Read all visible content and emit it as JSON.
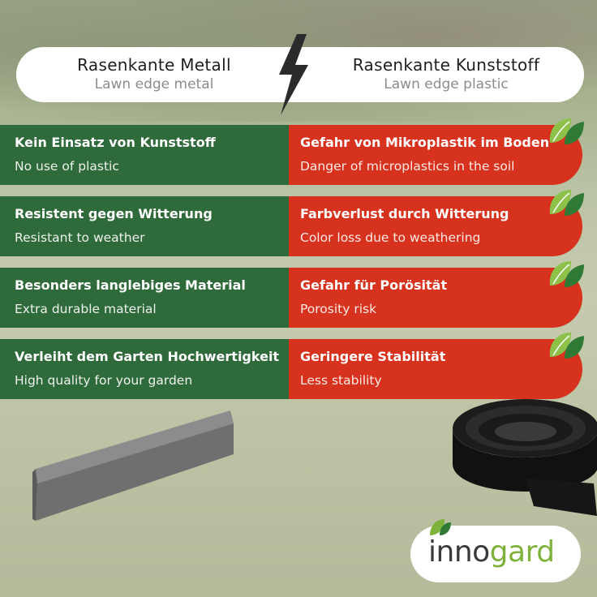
{
  "header": {
    "left_title": "Rasenkante Metall",
    "left_sub": "Lawn edge metal",
    "right_title": "Rasenkante Kunststoff",
    "right_sub": "Lawn edge plastic"
  },
  "rows": [
    {
      "left_title": "Kein Einsatz von Kunststoff",
      "left_sub": "No use of plastic",
      "right_title": "Gefahr von Mikroplastik im Boden",
      "right_sub": "Danger of microplastics in the soil"
    },
    {
      "left_title": "Resistent gegen Witterung",
      "left_sub": "Resistant to weather",
      "right_title": "Farbverlust durch Witterung",
      "right_sub": "Color loss due to weathering"
    },
    {
      "left_title": "Besonders langlebiges Material",
      "left_sub": "Extra durable material",
      "right_title": "Gefahr für Porösität",
      "right_sub": "Porosity risk"
    },
    {
      "left_title": "Verleiht dem Garten Hochwertigkeit",
      "left_sub": "High quality for your garden",
      "right_title": "Geringere Stabilität",
      "right_sub": "Less stability"
    }
  ],
  "logo": {
    "part1": "inno",
    "part2": "gard"
  },
  "colors": {
    "green": "#2f6a3a",
    "red": "#d6321e",
    "logo_green": "#7fb23a"
  },
  "icons": {
    "divider": "lightning-bolt-icon",
    "row_badge": "leaf-icon"
  }
}
